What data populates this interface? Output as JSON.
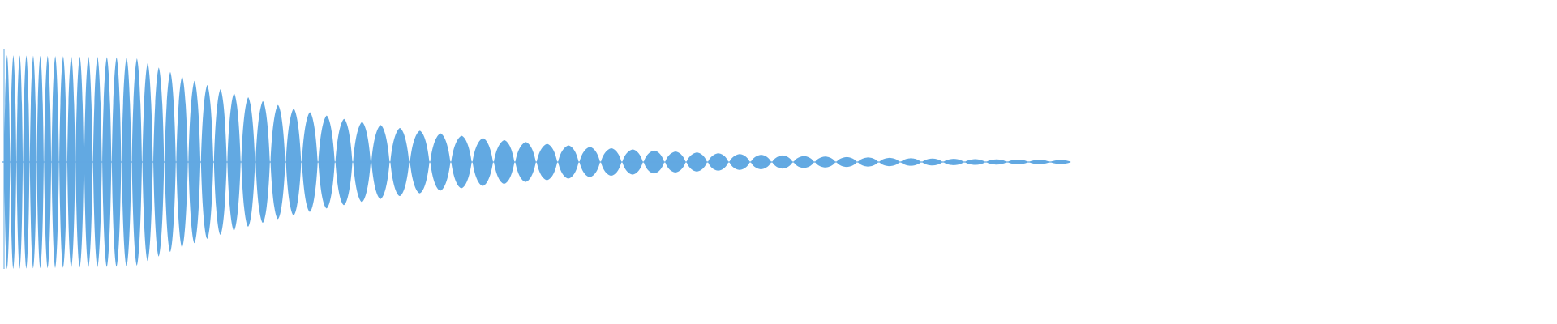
{
  "waveform": {
    "color": "#62a9e2",
    "background": "#ffffff",
    "description_free": true,
    "envelope": {
      "initial_level": 0.95,
      "decay_type": "exponential",
      "frequency_sweep": "descending"
    }
  }
}
